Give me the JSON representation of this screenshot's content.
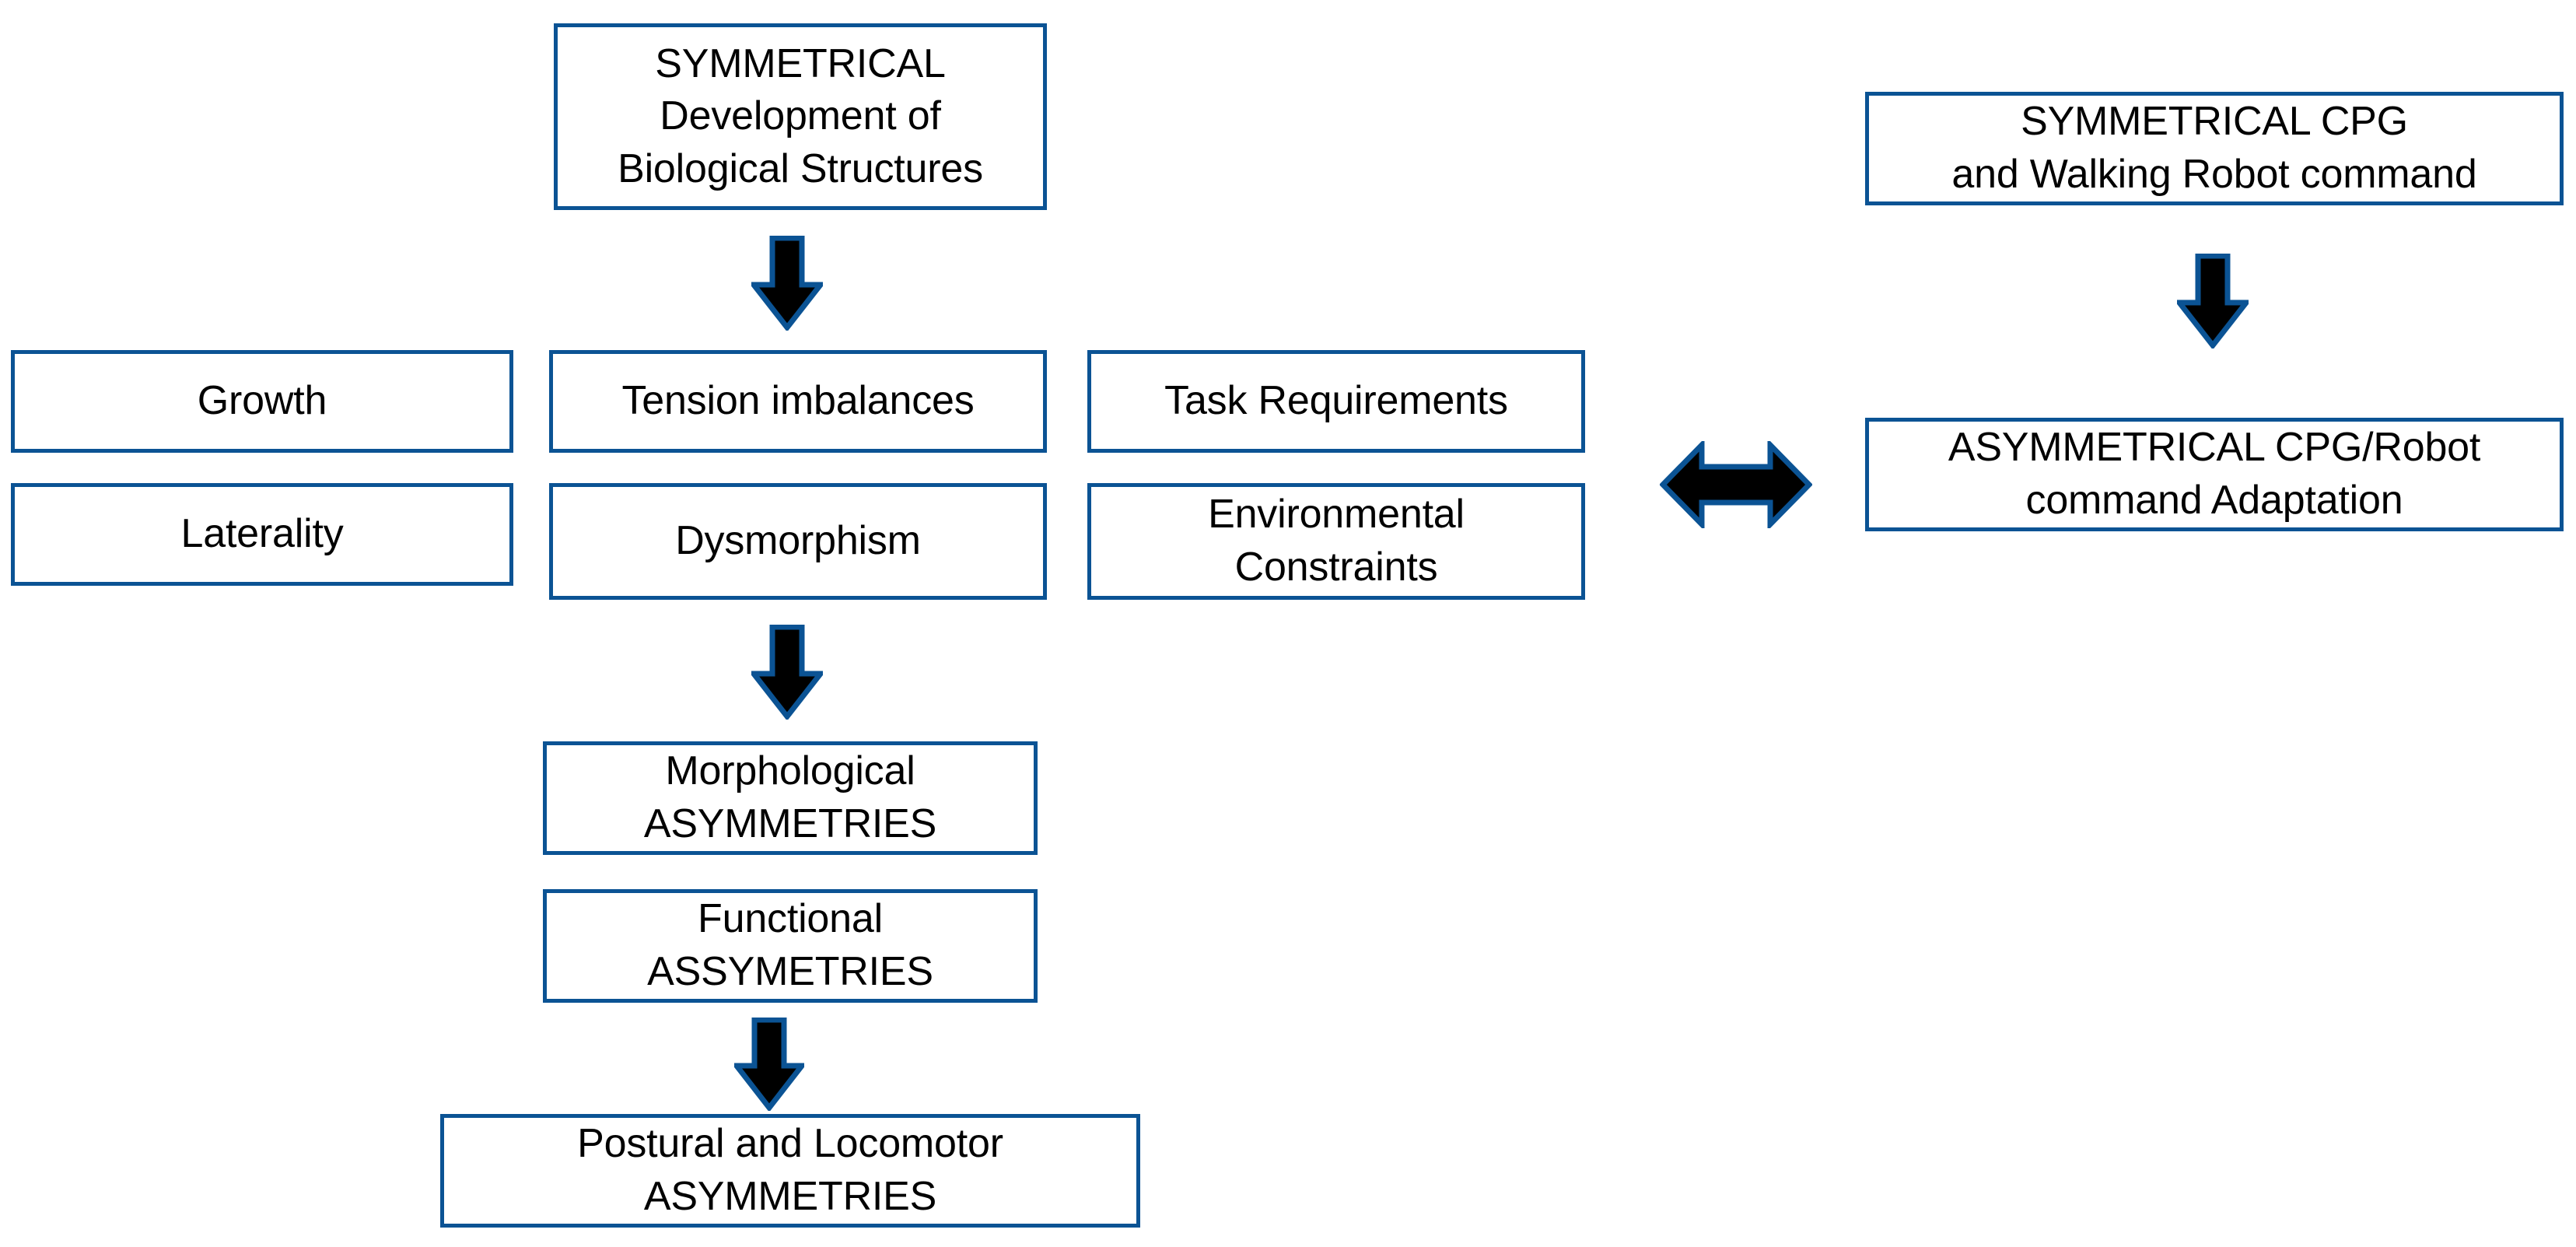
{
  "diagram": {
    "title": "Asymmetry development pathway: biological structures to postural and locomotor asymmetries, related to CPG / walking robot command adaptation",
    "colors": {
      "box_border": "#0b5394",
      "arrow_fill": "#000000",
      "arrow_outline": "#0b5394",
      "text": "#000000",
      "background": "#ffffff"
    },
    "nodes": [
      {
        "id": "symmetrical-development",
        "lines": [
          "SYMMETRICAL",
          "Development of",
          "Biological Structures"
        ]
      },
      {
        "id": "growth",
        "lines": [
          "Growth"
        ]
      },
      {
        "id": "laterality",
        "lines": [
          "Laterality"
        ]
      },
      {
        "id": "tension-imbalances",
        "lines": [
          "Tension imbalances"
        ]
      },
      {
        "id": "dysmorphism",
        "lines": [
          "Dysmorphism"
        ]
      },
      {
        "id": "task-requirements",
        "lines": [
          "Task Requirements"
        ]
      },
      {
        "id": "environmental-constraints",
        "lines": [
          "Environmental",
          "Constraints"
        ]
      },
      {
        "id": "morphological-asymmetries",
        "lines": [
          "Morphological",
          "ASYMMETRIES"
        ]
      },
      {
        "id": "functional-assymetries",
        "lines": [
          "Functional",
          "ASSYMETRIES"
        ]
      },
      {
        "id": "postural-locomotor-asymmetries",
        "lines": [
          "Postural and Locomotor",
          "ASYMMETRIES"
        ]
      },
      {
        "id": "symmetrical-cpg",
        "lines": [
          "SYMMETRICAL CPG",
          "and Walking Robot command"
        ]
      },
      {
        "id": "asymmetrical-cpg",
        "lines": [
          "ASYMMETRICAL CPG/Robot",
          "command Adaptation"
        ]
      }
    ],
    "arrows": [
      {
        "id": "arrow-development-to-tension",
        "direction": "down"
      },
      {
        "id": "arrow-dysmorphism-to-morphological",
        "direction": "down"
      },
      {
        "id": "arrow-functional-to-postural",
        "direction": "down"
      },
      {
        "id": "arrow-symmetrical-cpg-to-asymmetrical-cpg",
        "direction": "down"
      },
      {
        "id": "arrow-constraints-to-robot",
        "direction": "bidirectional-horizontal"
      }
    ]
  }
}
